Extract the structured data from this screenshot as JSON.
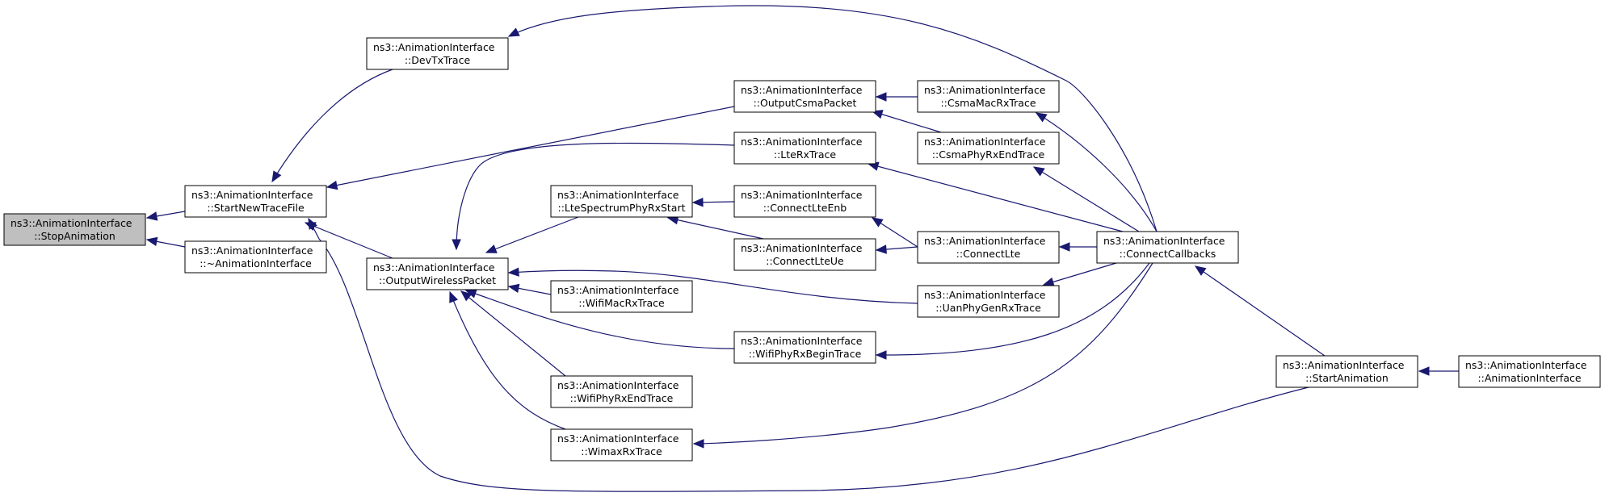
{
  "graph": {
    "nodes": [
      {
        "id": "stop",
        "line1": "ns3::AnimationInterface",
        "line2": "::StopAnimation",
        "root": true
      },
      {
        "id": "sntf",
        "line1": "ns3::AnimationInterface",
        "line2": "::StartNewTraceFile"
      },
      {
        "id": "dtor",
        "line1": "ns3::AnimationInterface",
        "line2": "::~AnimationInterface"
      },
      {
        "id": "devtx",
        "line1": "ns3::AnimationInterface",
        "line2": "::DevTxTrace"
      },
      {
        "id": "owp",
        "line1": "ns3::AnimationInterface",
        "line2": "::OutputWirelessPacket"
      },
      {
        "id": "lsprx",
        "line1": "ns3::AnimationInterface",
        "line2": "::LteSpectrumPhyRxStart"
      },
      {
        "id": "wmac",
        "line1": "ns3::AnimationInterface",
        "line2": "::WifiMacRxTrace"
      },
      {
        "id": "wphyend",
        "line1": "ns3::AnimationInterface",
        "line2": "::WifiPhyRxEndTrace"
      },
      {
        "id": "wimax",
        "line1": "ns3::AnimationInterface",
        "line2": "::WimaxRxTrace"
      },
      {
        "id": "ocsma",
        "line1": "ns3::AnimationInterface",
        "line2": "::OutputCsmaPacket"
      },
      {
        "id": "lterx",
        "line1": "ns3::AnimationInterface",
        "line2": "::LteRxTrace"
      },
      {
        "id": "clenb",
        "line1": "ns3::AnimationInterface",
        "line2": "::ConnectLteEnb"
      },
      {
        "id": "clue",
        "line1": "ns3::AnimationInterface",
        "line2": "::ConnectLteUe"
      },
      {
        "id": "wphybeg",
        "line1": "ns3::AnimationInterface",
        "line2": "::WifiPhyRxBeginTrace"
      },
      {
        "id": "csmamac",
        "line1": "ns3::AnimationInterface",
        "line2": "::CsmaMacRxTrace"
      },
      {
        "id": "csmaphy",
        "line1": "ns3::AnimationInterface",
        "line2": "::CsmaPhyRxEndTrace"
      },
      {
        "id": "clte",
        "line1": "ns3::AnimationInterface",
        "line2": "::ConnectLte"
      },
      {
        "id": "uan",
        "line1": "ns3::AnimationInterface",
        "line2": "::UanPhyGenRxTrace"
      },
      {
        "id": "ccb",
        "line1": "ns3::AnimationInterface",
        "line2": "::ConnectCallbacks"
      },
      {
        "id": "sa",
        "line1": "ns3::AnimationInterface",
        "line2": "::StartAnimation"
      },
      {
        "id": "ctor",
        "line1": "ns3::AnimationInterface",
        "line2": "::AnimationInterface"
      }
    ],
    "edges": [
      {
        "from": "sntf",
        "to": "stop"
      },
      {
        "from": "dtor",
        "to": "stop"
      },
      {
        "from": "devtx",
        "to": "sntf"
      },
      {
        "from": "ocsma",
        "to": "sntf"
      },
      {
        "from": "owp",
        "to": "sntf"
      },
      {
        "from": "sa",
        "to": "sntf"
      },
      {
        "from": "ccb",
        "to": "devtx"
      },
      {
        "from": "lterx",
        "to": "owp"
      },
      {
        "from": "lsprx",
        "to": "owp"
      },
      {
        "from": "wmac",
        "to": "owp"
      },
      {
        "from": "uan",
        "to": "owp"
      },
      {
        "from": "wphybeg",
        "to": "owp"
      },
      {
        "from": "wphyend",
        "to": "owp"
      },
      {
        "from": "wimax",
        "to": "owp"
      },
      {
        "from": "clenb",
        "to": "lsprx"
      },
      {
        "from": "clue",
        "to": "lsprx"
      },
      {
        "from": "csmamac",
        "to": "ocsma"
      },
      {
        "from": "csmaphy",
        "to": "ocsma"
      },
      {
        "from": "ccb",
        "to": "lterx"
      },
      {
        "from": "clte",
        "to": "clenb"
      },
      {
        "from": "clte",
        "to": "clue"
      },
      {
        "from": "ccb",
        "to": "csmamac"
      },
      {
        "from": "ccb",
        "to": "csmaphy"
      },
      {
        "from": "ccb",
        "to": "clte"
      },
      {
        "from": "ccb",
        "to": "uan"
      },
      {
        "from": "ccb",
        "to": "wphybeg"
      },
      {
        "from": "ccb",
        "to": "wimax"
      },
      {
        "from": "sa",
        "to": "ccb"
      },
      {
        "from": "ctor",
        "to": "sa"
      }
    ]
  }
}
